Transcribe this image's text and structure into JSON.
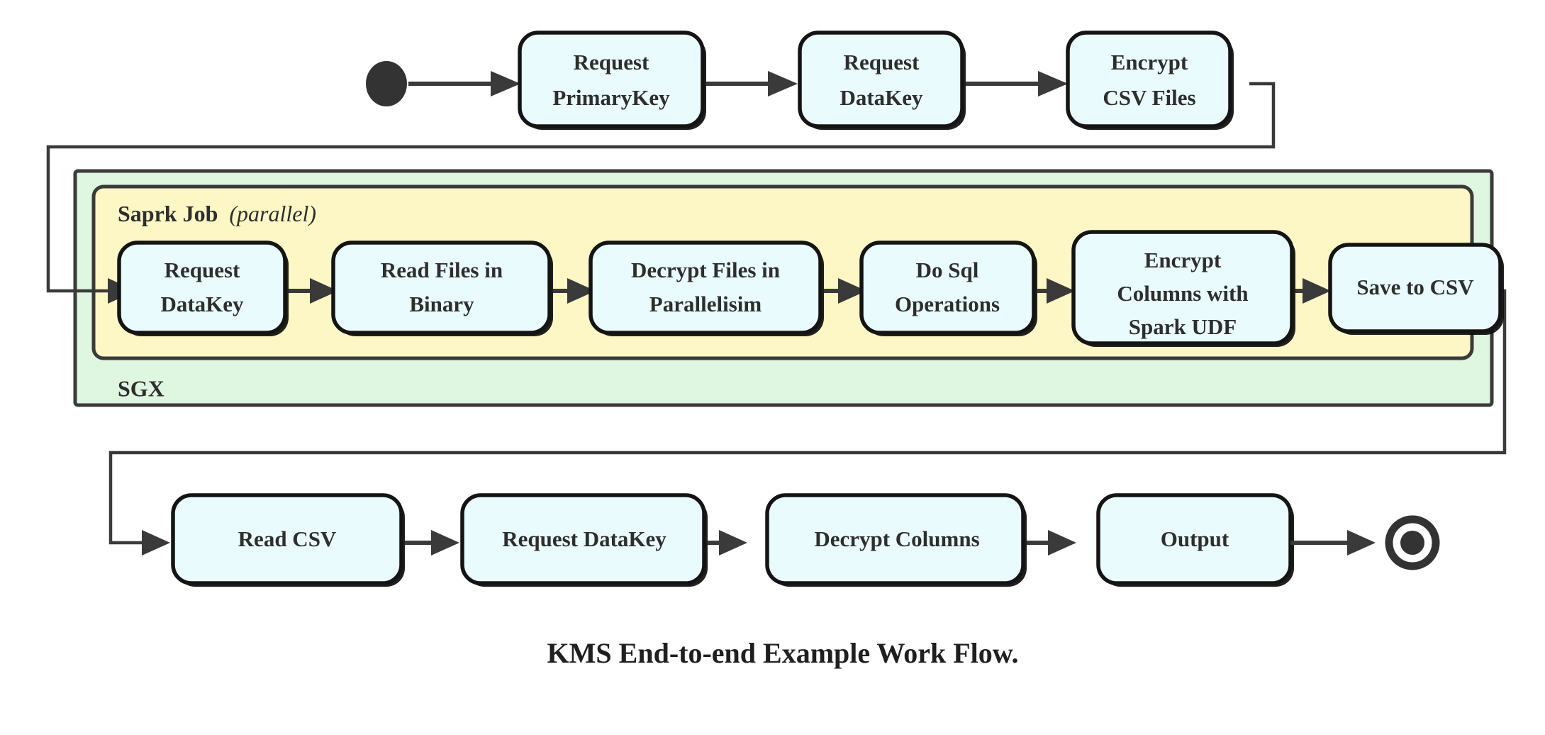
{
  "caption": "KMS End-to-end Example Work Flow.",
  "colors": {
    "node_fill": "#e9fbfd",
    "node_stroke": "#141414",
    "sgx_fill": "#dff6e0",
    "spark_fill": "#fdf7c6",
    "edge": "#3a3a3a",
    "text": "#2e2e2e",
    "background": "#ffffff"
  },
  "nodes": {
    "start": {
      "name": "start-node",
      "type": "initial-state"
    },
    "end": {
      "name": "end-node",
      "type": "final-state"
    },
    "top_row": [
      {
        "id": "request-primarykey",
        "lines": [
          "Request",
          "PrimaryKey"
        ]
      },
      {
        "id": "request-datakey-top",
        "lines": [
          "Request",
          "DataKey"
        ]
      },
      {
        "id": "encrypt-csv-files",
        "lines": [
          "Encrypt",
          "CSV Files"
        ]
      }
    ],
    "spark_row": [
      {
        "id": "request-datakey-spark",
        "lines": [
          "Request",
          "DataKey"
        ]
      },
      {
        "id": "read-files-in-binary",
        "lines": [
          "Read Files in",
          "Binary"
        ]
      },
      {
        "id": "decrypt-files-in-parallelisim",
        "lines": [
          "Decrypt Files in",
          "Parallelisim"
        ]
      },
      {
        "id": "do-sql-operations",
        "lines": [
          "Do Sql",
          "Operations"
        ]
      },
      {
        "id": "encrypt-columns-with-spark-udf",
        "lines": [
          "Encrypt",
          "Columns with",
          "Spark UDF"
        ]
      },
      {
        "id": "save-to-csv",
        "lines": [
          "Save to CSV"
        ]
      }
    ],
    "bottom_row": [
      {
        "id": "read-csv",
        "lines": [
          "Read CSV"
        ]
      },
      {
        "id": "request-datakey-bottom",
        "lines": [
          "Request DataKey"
        ]
      },
      {
        "id": "decrypt-columns",
        "lines": [
          "Decrypt Columns"
        ]
      },
      {
        "id": "output",
        "lines": [
          "Output"
        ]
      }
    ]
  },
  "containers": {
    "sgx": {
      "label": "SGX"
    },
    "spark": {
      "label_bold": "Saprk Job",
      "label_paren_open": "(",
      "label_italic": "parallel",
      "label_paren_close": ")"
    }
  }
}
